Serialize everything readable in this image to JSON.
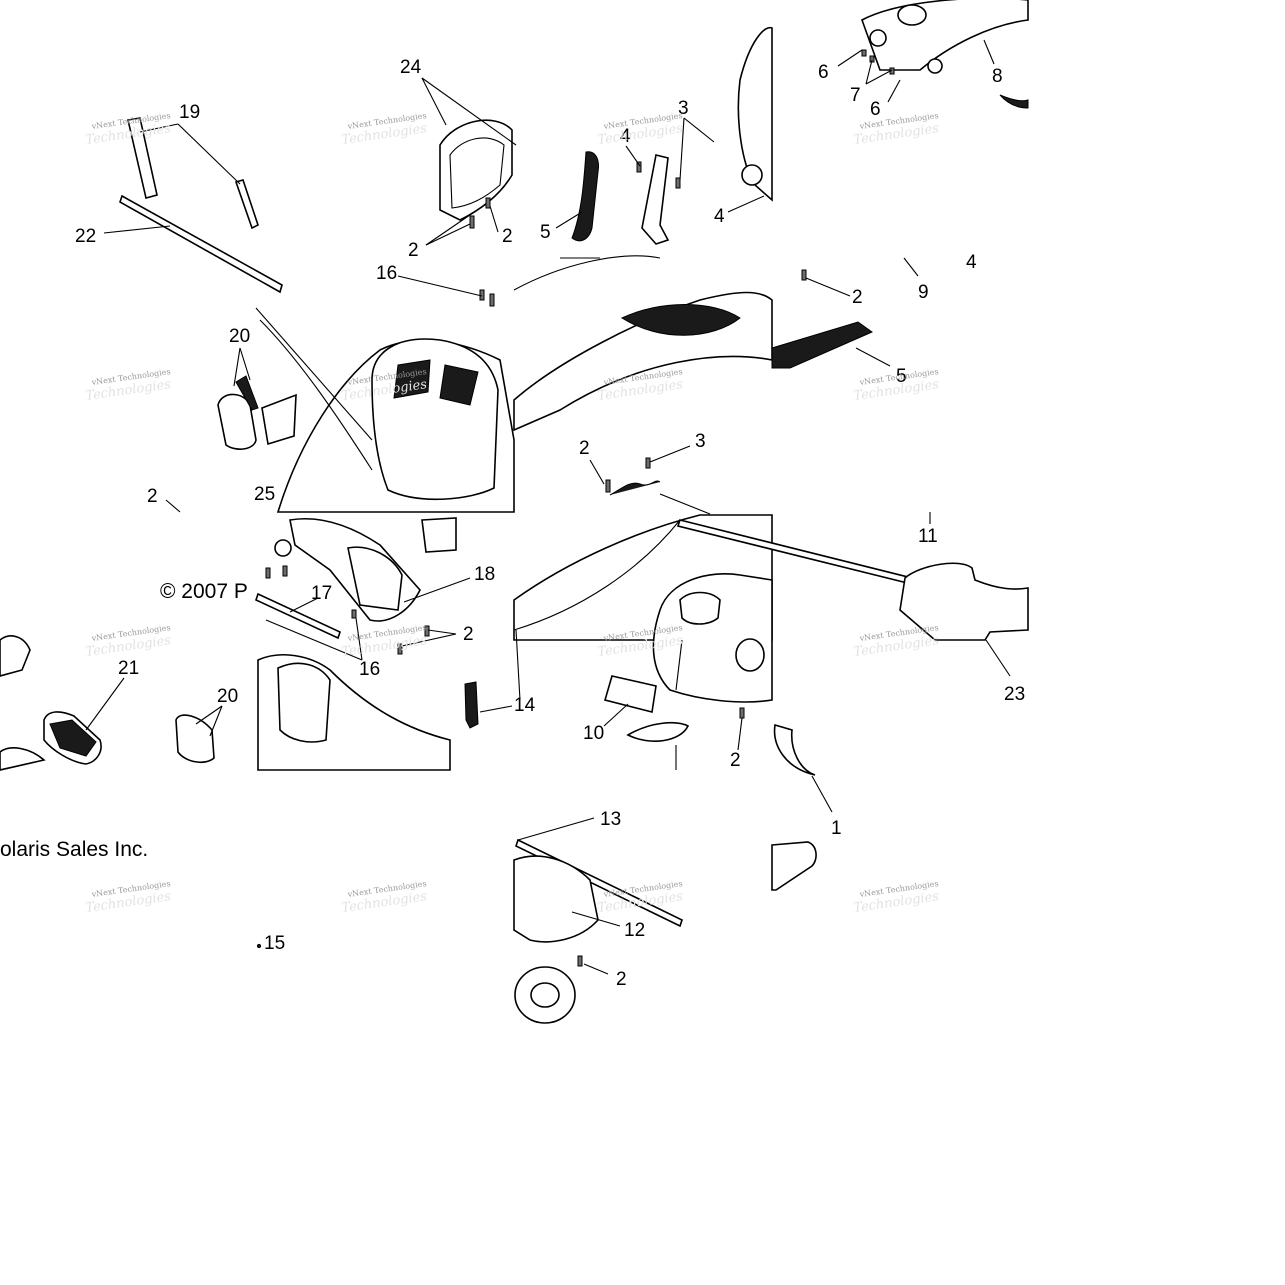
{
  "diagram": {
    "copyright_left": "© 2007 P",
    "copyright_right": "olaris Sales Inc.",
    "watermark_text": "vNext Technologies",
    "watermark_ghost": "Technologies",
    "callouts": [
      "19",
      "22",
      "24",
      "2",
      "2",
      "16",
      "3",
      "4",
      "5",
      "4",
      "6",
      "7",
      "6",
      "8",
      "20",
      "2",
      "25",
      "2",
      "3",
      "4",
      "9",
      "2",
      "5",
      "11",
      "17",
      "18",
      "2",
      "16",
      "14",
      "21",
      "20",
      "10",
      "2",
      "23",
      "1",
      "13",
      "12",
      "2",
      "15"
    ]
  }
}
